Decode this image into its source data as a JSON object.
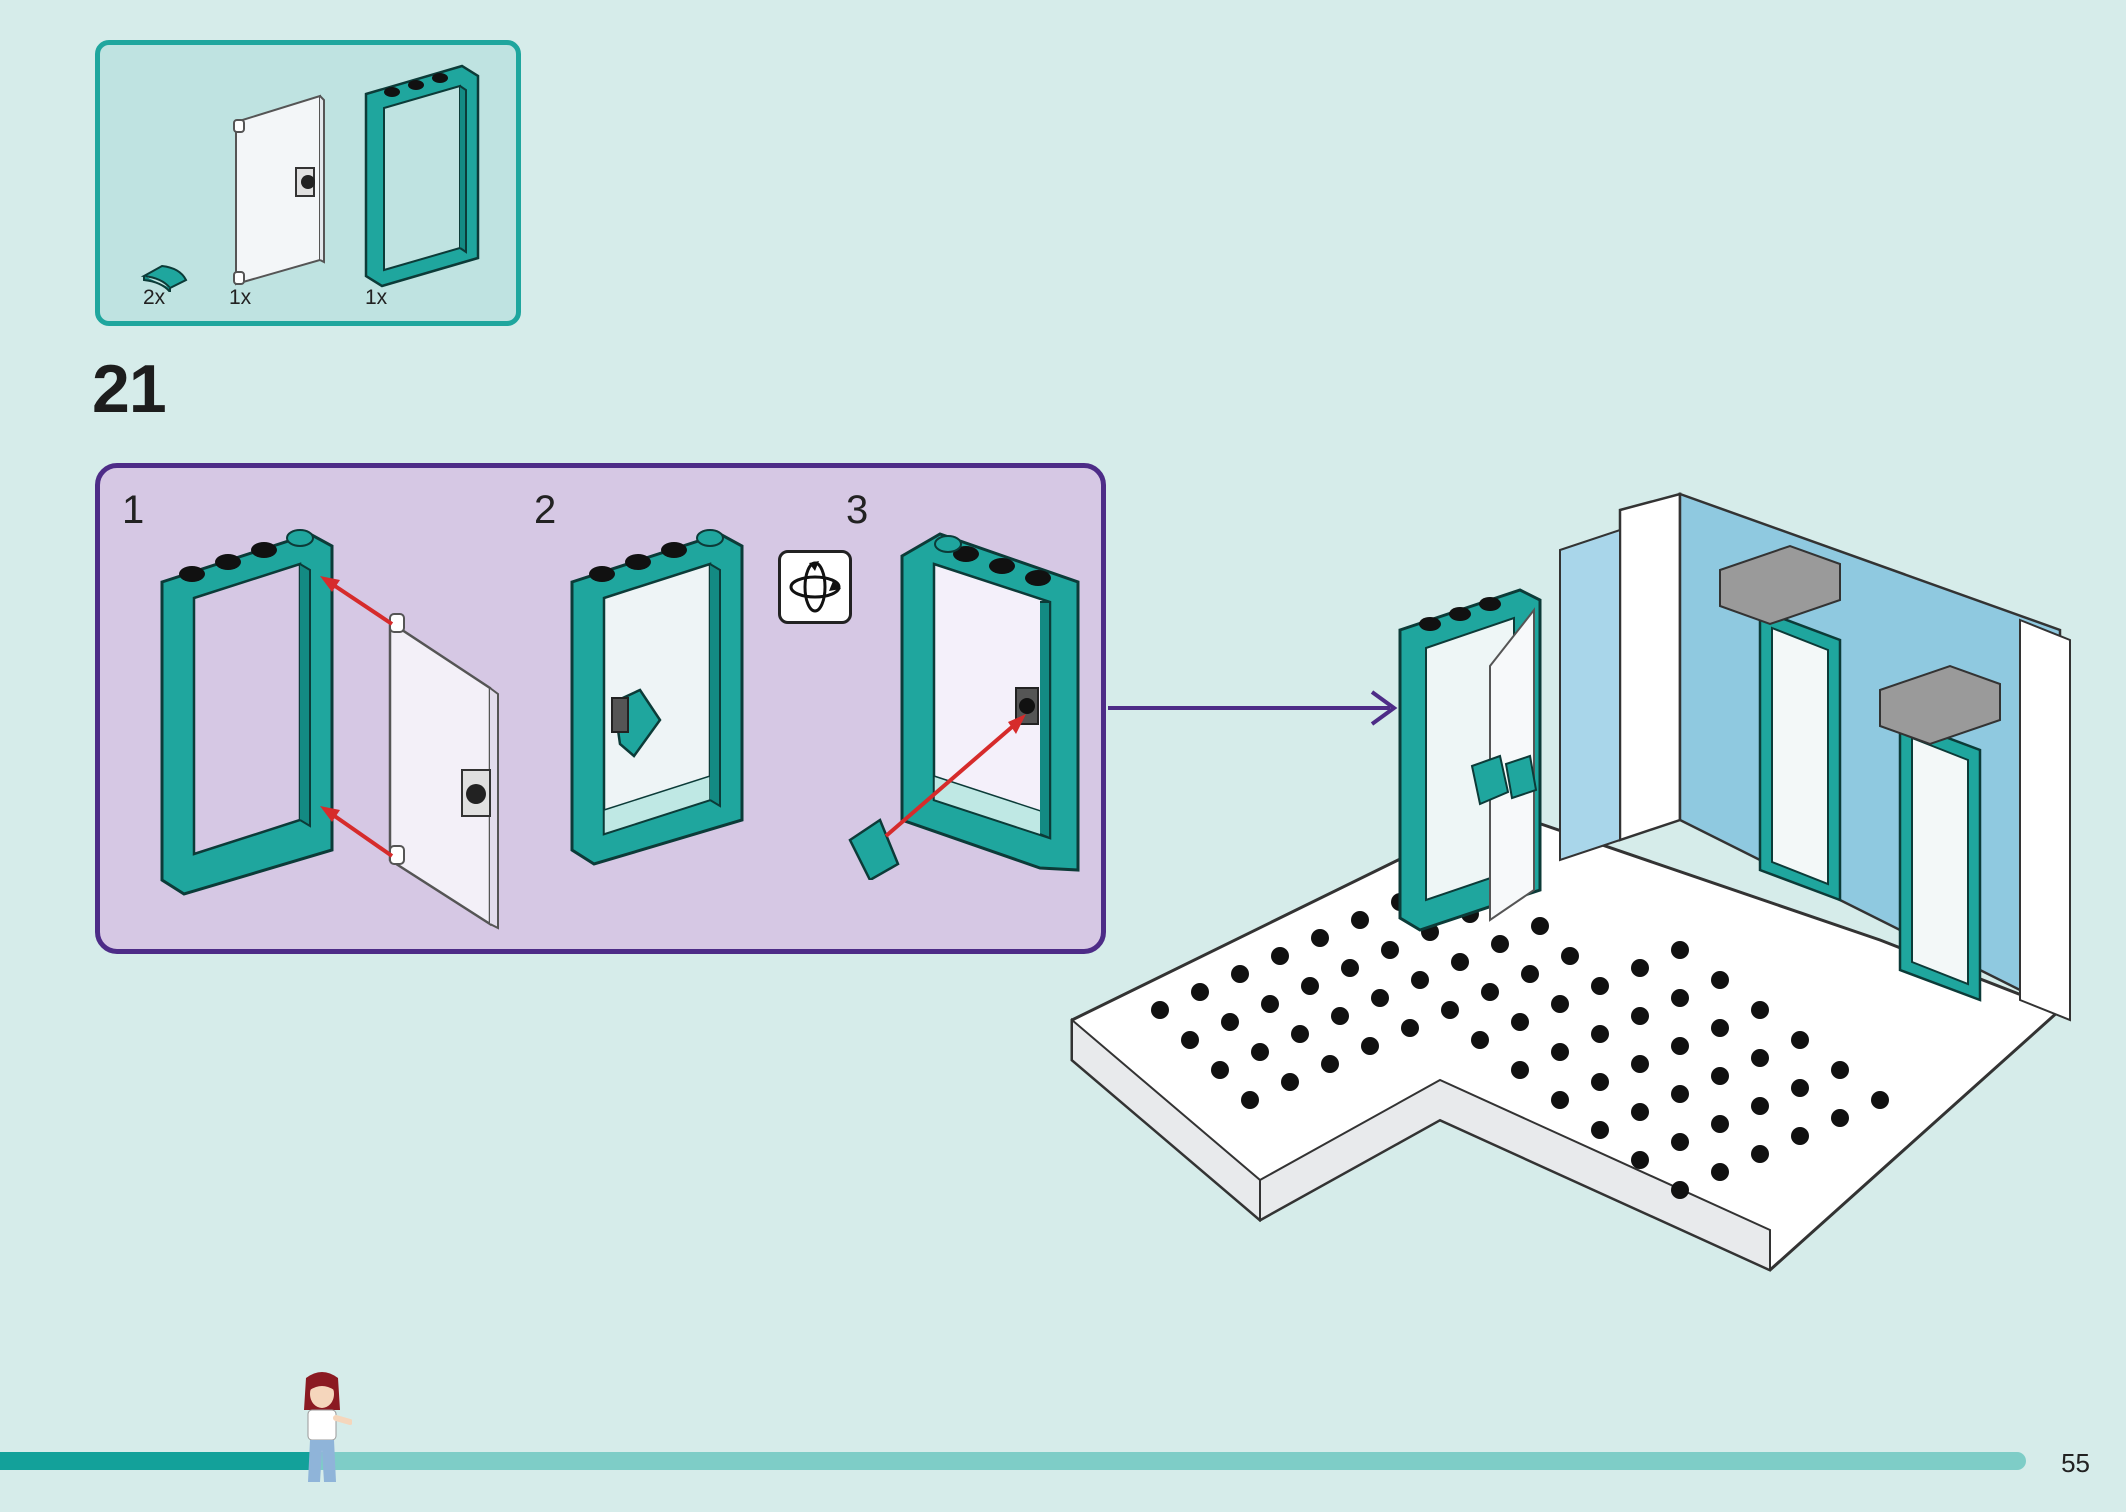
{
  "parts_box": {
    "items": [
      {
        "name": "teal-quarter-tile",
        "qty": "2x"
      },
      {
        "name": "transparent-door",
        "qty": "1x"
      },
      {
        "name": "teal-door-frame",
        "qty": "1x"
      }
    ]
  },
  "step": {
    "number": "21"
  },
  "sub_steps": [
    {
      "label": "1"
    },
    {
      "label": "2"
    },
    {
      "label": "3"
    }
  ],
  "icons": {
    "rotate": "rotate-model-icon"
  },
  "colors": {
    "background": "#d6ecea",
    "teal": "#1fa69e",
    "purple_border": "#4d2c87",
    "purple_fill": "#d6c8e4",
    "red_arrow": "#d62b2b",
    "progress_fill": "#13a19a",
    "progress_track": "#7ecdc7"
  },
  "progress": {
    "fraction": 0.155
  },
  "page": {
    "number": "55"
  }
}
